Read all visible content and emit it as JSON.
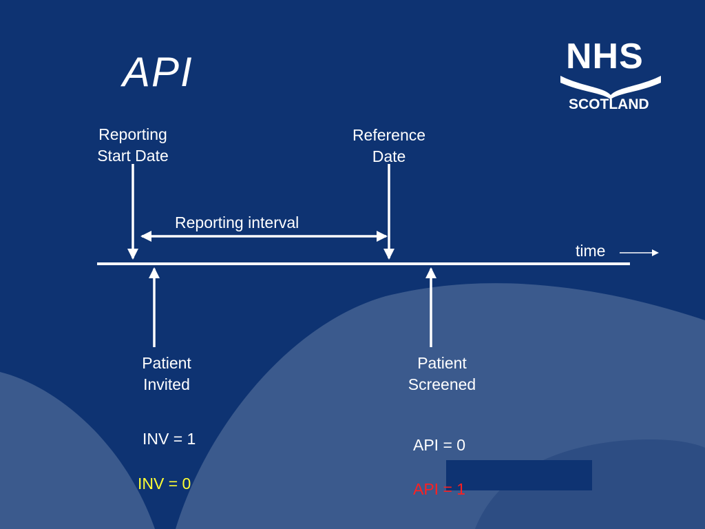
{
  "title": "API",
  "logo": {
    "line1": "NHS",
    "line2": "SCOTLAND"
  },
  "labels": {
    "reporting_start": "Reporting\nStart Date",
    "reference_date": "Reference\nDate",
    "reporting_interval": "Reporting interval",
    "time": "time",
    "patient_invited": "Patient\nInvited",
    "patient_screened": "Patient\nScreened",
    "inv_1": "INV = 1",
    "inv_0": "INV = 0",
    "api_0": "API = 0",
    "api_1": "API = 1"
  },
  "colors": {
    "background": "#0e3372",
    "swoosh": "#3b5a8d",
    "text": "#ffffff",
    "highlight_yellow": "#ffff33",
    "highlight_red": "#ff2020"
  }
}
